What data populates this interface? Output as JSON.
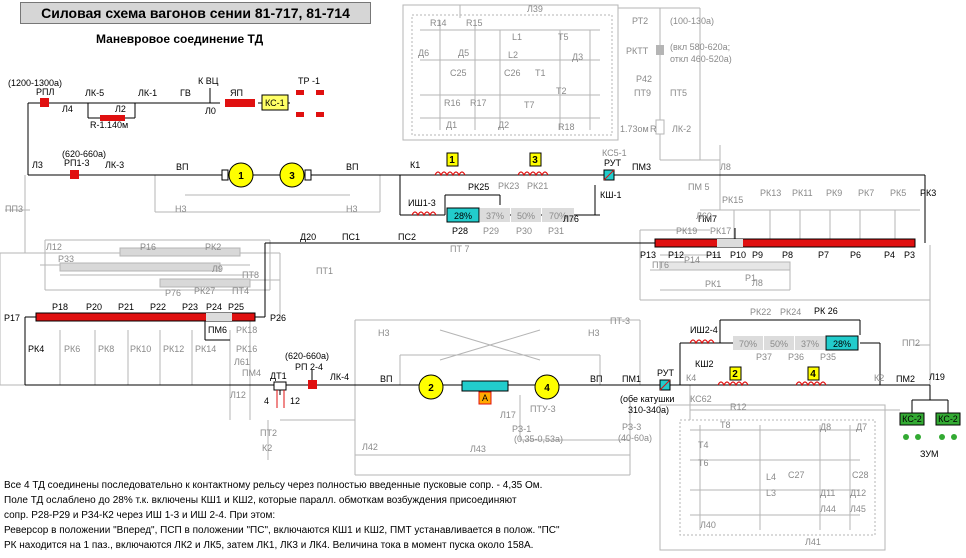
{
  "title": "Силовая схема вагонов сении 81-717, 81-714",
  "subtitle": "Маневровое соединение ТД",
  "notes": [
    "Все 4 ТД соединены последовательно к контактному рельсу через полностью  введенные пусковые сопр. - 4,35 Ом.",
    "Поле ТД ослаблено до 28% т.к. включены КШ1 и КШ2, которые паралл. обмоткам возбуждения присоединяют",
    "сопр. Р28-Р29 и Р34-К2 через ИШ 1-3 и ИШ 2-4. При этом:",
    "Реверсор в положении \"Вперед\", ПСП в положении \"ПС\", включаются КШ1 и КШ2, ПМТ устанавливается в полож. \"ПС\"",
    "РК находится на 1 паз., включаются ЛК2 и ЛК5, затем ЛК1, ЛК3 и ЛК4. Величина тока в момент пуска около 158А."
  ],
  "colors": {
    "active": "#000000",
    "inactive": "#b5b5b5",
    "resistor": "#e01010",
    "motor": "#ffff00",
    "shunt": "#22cccc",
    "contactor": "#ffff66",
    "fuse": "#33aa33"
  },
  "motors": [
    "1",
    "3",
    "2",
    "4"
  ],
  "fields": [
    "1",
    "3",
    "2",
    "4"
  ],
  "pct_top": [
    "28%",
    "37%",
    "50%",
    "70%"
  ],
  "pct_bot": [
    "70%",
    "50%",
    "37%",
    "28%"
  ],
  "labels": {
    "rpl_val": "(1200-1300а)",
    "rpl": "РПЛ",
    "lk5": "ЛК-5",
    "lk1": "ЛК-1",
    "l4": "Л4",
    "l2": "Л2",
    "r1140": "R-1.140м",
    "gv": "ГВ",
    "kvc": "К ВЦ",
    "l0": "Л0",
    "yap": "ЯП",
    "ks1": "КС-1",
    "tr1": "ТР -1",
    "rp13_val": "(620-660а)",
    "rp13": "РП1-3",
    "lk3": "ЛК-3",
    "l3": "Л3",
    "vp1": "ВП",
    "vp2": "ВП",
    "n3a": "Н3",
    "n3b": "Н3",
    "pp3": "ПП3",
    "k1": "К1",
    "ish13": "ИШ1-3",
    "rk25": "РК25",
    "rk23": "РК23",
    "rk21": "РК21",
    "p28": "Р28",
    "p29": "Р29",
    "p30": "Р30",
    "p31": "Р31",
    "l76": "Л76",
    "rut1": "РУТ",
    "ksh1": "КШ-1",
    "pm3": "ПМ3",
    "ks51": "КС5-1",
    "r14": "R14",
    "r15": "R15",
    "l39": "Л39",
    "d6": "Д6",
    "d5": "Д5",
    "c25": "С25",
    "c26": "С26",
    "l1": "L1",
    "l2c": "L2",
    "t5": "Т5",
    "d3": "Д3",
    "t1": "Т1",
    "t2": "Т2",
    "r16": "R16",
    "r17": "R17",
    "d1": "Д1",
    "d2": "Д2",
    "t7": "Т7",
    "r18": "R18",
    "rt2": "РТ2",
    "rt2_val": "(100-130а)",
    "rktt": "РКТТ",
    "rktt_val1": "(вкл 580-620а;",
    "rktt_val2": "откл 460-520а)",
    "p42": "Р42",
    "pt9": "ПТ9",
    "pt5": "ПТ5",
    "r173": "1.73ом",
    "r_sym": "R",
    "lk2": "ЛК-2",
    "l8": "Л8",
    "pm5": "ПМ 5",
    "rk15": "РК15",
    "rk13": "РК13",
    "rk11": "РК11",
    "rk9": "РК9",
    "rk7": "РК7",
    "rk5": "РК5",
    "rk3": "РК3",
    "l60": "Л60",
    "pm7": "ПМ7",
    "rk19": "РК19",
    "rk17": "РК17",
    "p13": "Р13",
    "p12": "Р12",
    "p11": "Р11",
    "p10": "Р10",
    "p9": "Р9",
    "p8": "Р8",
    "p7": "Р7",
    "p6": "Р6",
    "p4": "Р4",
    "p3": "Р3",
    "pt6": "ПТ6",
    "p14": "Р14",
    "l8b": "Л8",
    "rk1": "РК1",
    "p1": "Р1",
    "d20": "Д20",
    "ps1": "ПС1",
    "ps2": "ПС2",
    "pt7": "ПТ 7",
    "pt1": "ПТ1",
    "l12": "Л12",
    "p16": "Р16",
    "rk2": "РК2",
    "p33": "Р33",
    "l9": "Л9",
    "pt8": "ПТ8",
    "p76": "Р76",
    "pk27": "РК27",
    "pt4": "ПТ4",
    "p17": "Р17",
    "p18": "Р18",
    "p20": "Р20",
    "p21": "Р21",
    "p22": "Р22",
    "p23": "Р23",
    "p24": "Р24",
    "p25": "Р25",
    "p26": "Р26",
    "pm6": "ПМ6",
    "rk18": "РК18",
    "rk16": "РК16",
    "l61": "Л61",
    "pm4": "ПМ4",
    "rk4": "РК4",
    "rk6": "РК6",
    "rk8": "РК8",
    "rk10": "РК10",
    "rk12": "РК12",
    "rk14": "РК14",
    "rp24_val": "(620-660а)",
    "rp24": "РП 2-4",
    "lk4": "ЛК-4",
    "dt1": "ДТ1",
    "n4": "4",
    "n12": "12",
    "l12b": "Л12",
    "vp3": "ВП",
    "vp4": "ВП",
    "n3c": "Н3",
    "n3d": "Н3",
    "pt3": "ПТ-3",
    "a_box": "А",
    "l17": "Л17",
    "pty3": "ПТУ-3",
    "rz1": "РЗ-1",
    "rz1_val": "(0,35-0,53а)",
    "pm1": "ПМ1",
    "rut2": "РУТ",
    "rut2_val1": "(обе катушки",
    "rut2_val2": "310-340а)",
    "k4": "К4",
    "ksh2": "КШ2",
    "ish24": "ИШ2-4",
    "ks62": "КС62",
    "r12": "R12",
    "rk22": "РК22",
    "rk24": "РК24",
    "rk26": "РК 26",
    "p37": "Р37",
    "p36": "Р36",
    "p35": "Р35",
    "k2": "К2",
    "pm2": "ПМ2",
    "l19": "Л19",
    "pp2": "ПП2",
    "pt2": "ПТ2",
    "k2b": "К2",
    "l42": "Л42",
    "l43": "Л43",
    "rz3": "РЗ-3",
    "rz3_val": "(40-60а)",
    "t8": "Т8",
    "d8": "Д8",
    "d7": "Д7",
    "t4": "Т4",
    "t6": "Т6",
    "c28": "С28",
    "c27": "С27",
    "l4c": "L4",
    "l3c": "L3",
    "d11": "Д11",
    "d12": "Д12",
    "l44": "Л44",
    "l45": "Л45",
    "l40": "Л40",
    "l41": "Л41",
    "ks2a": "КС-2",
    "ks2b": "КС-2",
    "zum": "ЗУМ"
  }
}
